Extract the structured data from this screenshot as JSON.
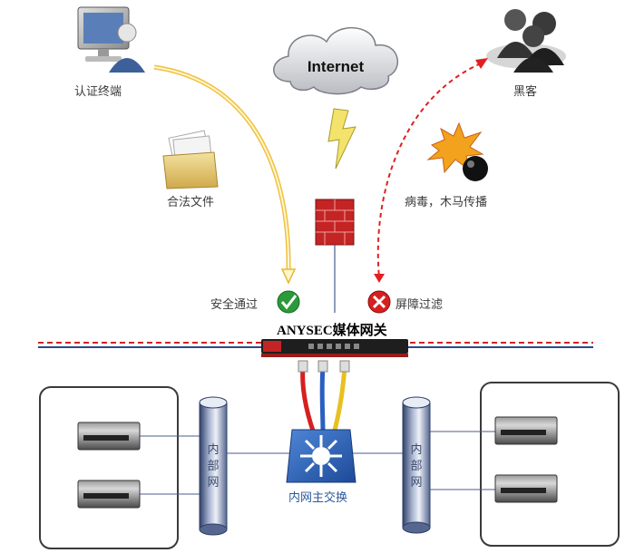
{
  "labels": {
    "auth_terminal": "认证终端",
    "legal_files": "合法文件",
    "internet": "Internet",
    "hacker": "黑客",
    "virus_trojan": "病毒，木马传播",
    "safe_pass": "安全通过",
    "block_filter": "屏障过滤",
    "gateway": "ANYSEC媒体网关",
    "internal_left": "内部网",
    "internal_right": "内部网",
    "core_switch": "内网主交换"
  },
  "icons": {
    "terminal": "computer-user-icon",
    "folder": "document-folder-icon",
    "cloud": "cloud-icon",
    "lightning": "lightning-icon",
    "firewall": "firewall-icon",
    "hacker": "hacker-group-icon",
    "bomb": "bomb-explosion-icon",
    "check": "check-icon",
    "cross": "cross-icon",
    "gateway_device": "gateway-device-icon",
    "cables": "network-cables-icon",
    "switch": "switch-icon",
    "server": "server-icon"
  },
  "colors": {
    "safe_path": "#f0c040",
    "attack_path": "#e02020",
    "check": "#2a9a3a",
    "cross": "#d62020",
    "divider_red": "#d62020",
    "divider_blue": "#2a4a8a",
    "bus": "#4a5c8a",
    "switch": "#2a5ab0",
    "cable_red": "#d62020",
    "cable_blue": "#2a60c0",
    "cable_yellow": "#e8c020"
  }
}
